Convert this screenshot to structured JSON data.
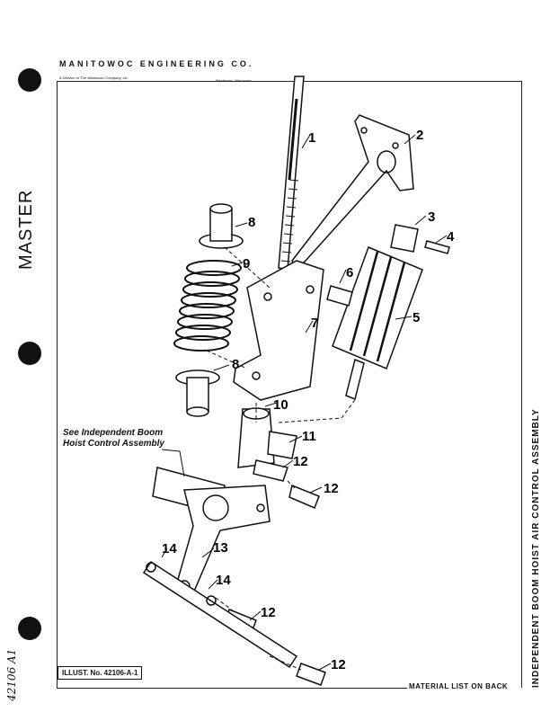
{
  "header": {
    "company": "MANITOWOC ENGINEERING CO.",
    "division": "A Division of The Manitowoc Company, Inc.",
    "city": "Manitowoc, Wisconsin"
  },
  "side_stamp": "MASTER",
  "handwritten": "42106 A1",
  "side_title": "INDEPENDENT BOOM HOIST AIR CONTROL ASSEMBLY",
  "illustration_no": "ILLUST. No. 42106-A-1",
  "material_note": "MATERIAL LIST ON BACK",
  "see_note": [
    "See Independent Boom",
    "Hoist Control Assembly"
  ],
  "callouts": [
    "1",
    "2",
    "3",
    "4",
    "5",
    "6",
    "7",
    "8",
    "9",
    "8",
    "10",
    "11",
    "12",
    "12",
    "13",
    "14",
    "14",
    "12",
    "12"
  ]
}
